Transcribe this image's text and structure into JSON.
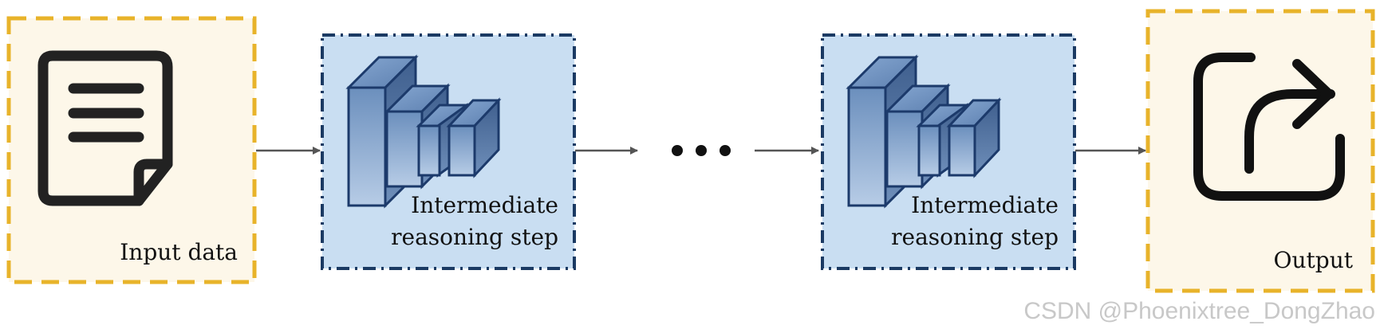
{
  "nodes": {
    "input": {
      "label": "Input data",
      "icon": "document-icon"
    },
    "step1": {
      "label_line1": "Intermediate",
      "label_line2": "reasoning step",
      "icon": "neural-network-layers-icon"
    },
    "ellipsis": {
      "icon": "ellipsis-icon"
    },
    "step2": {
      "label_line1": "Intermediate",
      "label_line2": "reasoning step",
      "icon": "neural-network-layers-icon"
    },
    "output": {
      "label": "Output",
      "icon": "share-arrow-icon"
    }
  },
  "watermark": "CSDN @Phoenixtree_DongZhao",
  "colors": {
    "io_fill": "#fdf7e9",
    "io_border": "#e8b32a",
    "step_fill": "#c9def2",
    "step_border": "#1b3a63",
    "layer_stroke": "#1c3a6b",
    "arrow": "#555555",
    "icon": "#222222"
  }
}
